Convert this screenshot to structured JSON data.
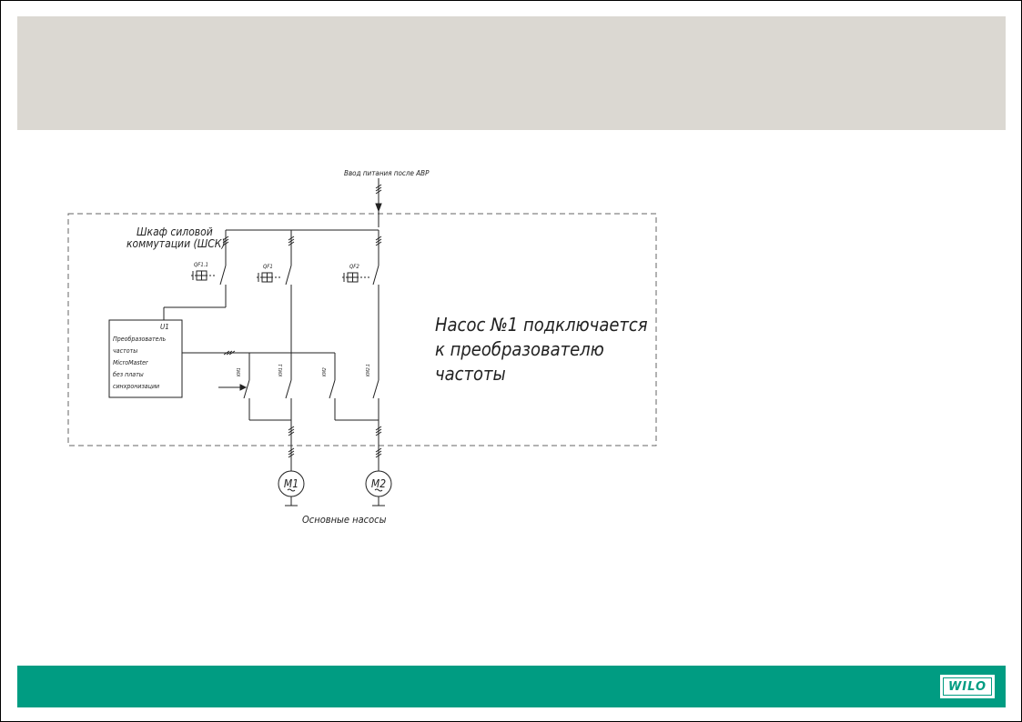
{
  "diagram": {
    "input_label": "Ввод питания после АВР",
    "cabinet_label_line1": "Шкаф силовой",
    "cabinet_label_line2": "коммутации (ШСК)",
    "breakers": [
      "QF1.1",
      "QF1",
      "QF2"
    ],
    "converter": {
      "id": "U1",
      "lines": [
        "Преобразователь",
        "частоты",
        "MicroMaster",
        "без платы",
        "синхронизации"
      ]
    },
    "contactors": [
      "KM1",
      "KM1.1",
      "KM2",
      "KM2.1"
    ],
    "motors": [
      "M1",
      "M2"
    ],
    "motors_label": "Основные насосы",
    "note_lines": [
      "Насос №1 подключается",
      "к преобразователю",
      "частоты"
    ]
  },
  "footer": {
    "logo": "WILO"
  },
  "colors": {
    "header_bg": "#dbd8d2",
    "footer_bg": "#009c82",
    "logo_color": "#009c82"
  }
}
